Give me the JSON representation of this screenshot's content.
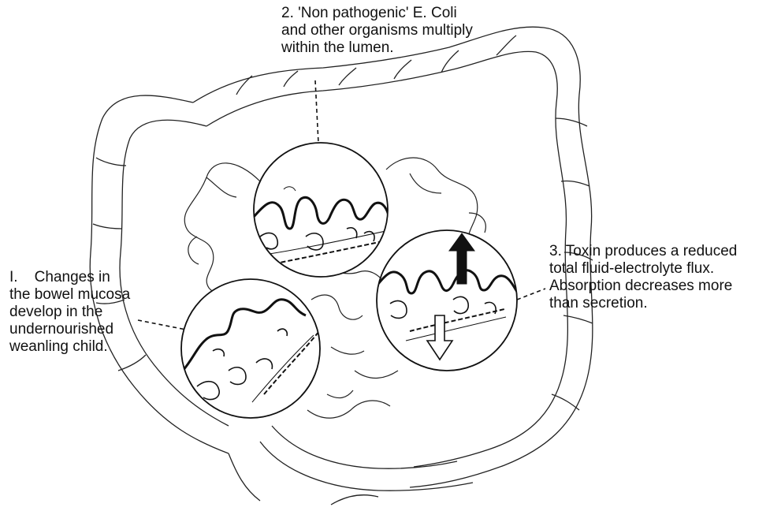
{
  "labels": {
    "step1": [
      "I.    Changes in",
      "the bowel mucosa",
      "develop in the",
      "undernourished",
      "weanling child."
    ],
    "step2": [
      "2.  'Non pathogenic' E. Coli",
      "and other organisms multiply",
      "within the lumen."
    ],
    "step3": [
      "3.  Toxin produces a reduced",
      "total fluid-electrolyte flux.",
      "Absorption decreases more",
      "than secretion."
    ]
  },
  "colors": {
    "ink": "#111111",
    "paper": "#ffffff"
  }
}
